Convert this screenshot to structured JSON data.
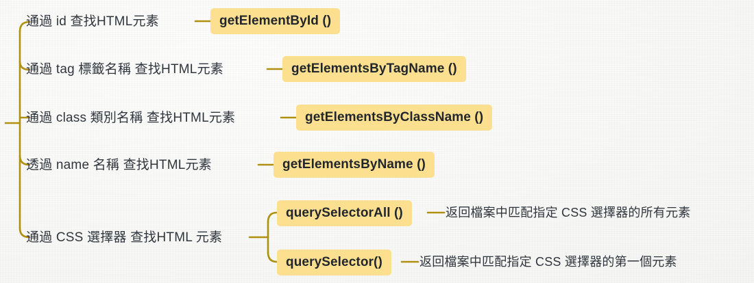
{
  "diagram": {
    "type": "mind-map",
    "title": "",
    "accent_color": "#b09010",
    "badge_color": "#fce08f",
    "text_color": "#30363d",
    "background_color": "#f8f8f7",
    "root_stub": "root-connector",
    "branches": [
      {
        "label": "通過 id 查找HTML元素",
        "method": "getElementById ()",
        "children": []
      },
      {
        "label": "通過 tag 標籤名稱 查找HTML元素",
        "method": "getElementsByTagName ()",
        "children": []
      },
      {
        "label": "通過 class 類別名稱 查找HTML元素",
        "method": "getElementsByClassName ()",
        "children": []
      },
      {
        "label": "透過 name 名稱 查找HTML元素",
        "method": "getElementsByName ()",
        "children": []
      },
      {
        "label": "通過 CSS 選擇器 查找HTML 元素",
        "method": "",
        "children": [
          {
            "method": "querySelectorAll ()",
            "description": "返回檔案中匹配指定 CSS 選擇器的所有元素"
          },
          {
            "method": "querySelector()",
            "description": "返回檔案中匹配指定 CSS 選擇器的第一個元素"
          }
        ]
      }
    ]
  }
}
